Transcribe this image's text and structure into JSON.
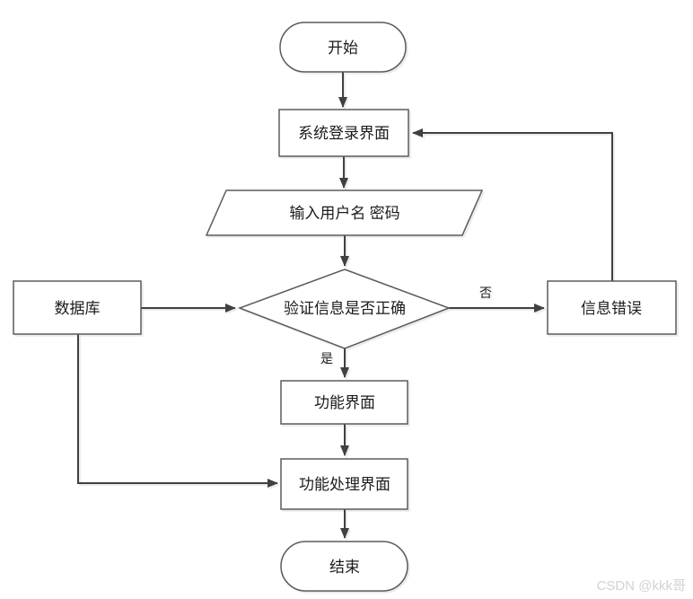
{
  "diagram": {
    "type": "flowchart",
    "nodes": [
      {
        "id": "start",
        "shape": "terminator",
        "label": "开始"
      },
      {
        "id": "login",
        "shape": "process",
        "label": "系统登录界面"
      },
      {
        "id": "input",
        "shape": "input-output",
        "label": "输入用户名 密码"
      },
      {
        "id": "verify",
        "shape": "decision",
        "label": "验证信息是否正确"
      },
      {
        "id": "database",
        "shape": "process",
        "label": "数据库"
      },
      {
        "id": "error",
        "shape": "process",
        "label": "信息错误"
      },
      {
        "id": "function",
        "shape": "process",
        "label": "功能界面"
      },
      {
        "id": "func-proc",
        "shape": "process",
        "label": "功能处理界面"
      },
      {
        "id": "end",
        "shape": "terminator",
        "label": "结束"
      }
    ],
    "edges": [
      {
        "from": "start",
        "to": "login",
        "label": ""
      },
      {
        "from": "login",
        "to": "input",
        "label": ""
      },
      {
        "from": "input",
        "to": "verify",
        "label": ""
      },
      {
        "from": "database",
        "to": "verify",
        "label": ""
      },
      {
        "from": "verify",
        "to": "error",
        "label": "否"
      },
      {
        "from": "error",
        "to": "login",
        "label": ""
      },
      {
        "from": "verify",
        "to": "function",
        "label": "是"
      },
      {
        "from": "function",
        "to": "func-proc",
        "label": ""
      },
      {
        "from": "database",
        "to": "func-proc",
        "label": ""
      },
      {
        "from": "func-proc",
        "to": "end",
        "label": ""
      }
    ],
    "edge_labels": {
      "no": "否",
      "yes": "是"
    },
    "colors": {
      "background": "#ffffff",
      "line": "#404040",
      "border": "#5b5b5b",
      "text": "#1c1c1c",
      "shadow": "#ececec",
      "watermark": "#d2d2d2"
    },
    "watermark": {
      "text": "CSDN @kkk哥"
    }
  }
}
